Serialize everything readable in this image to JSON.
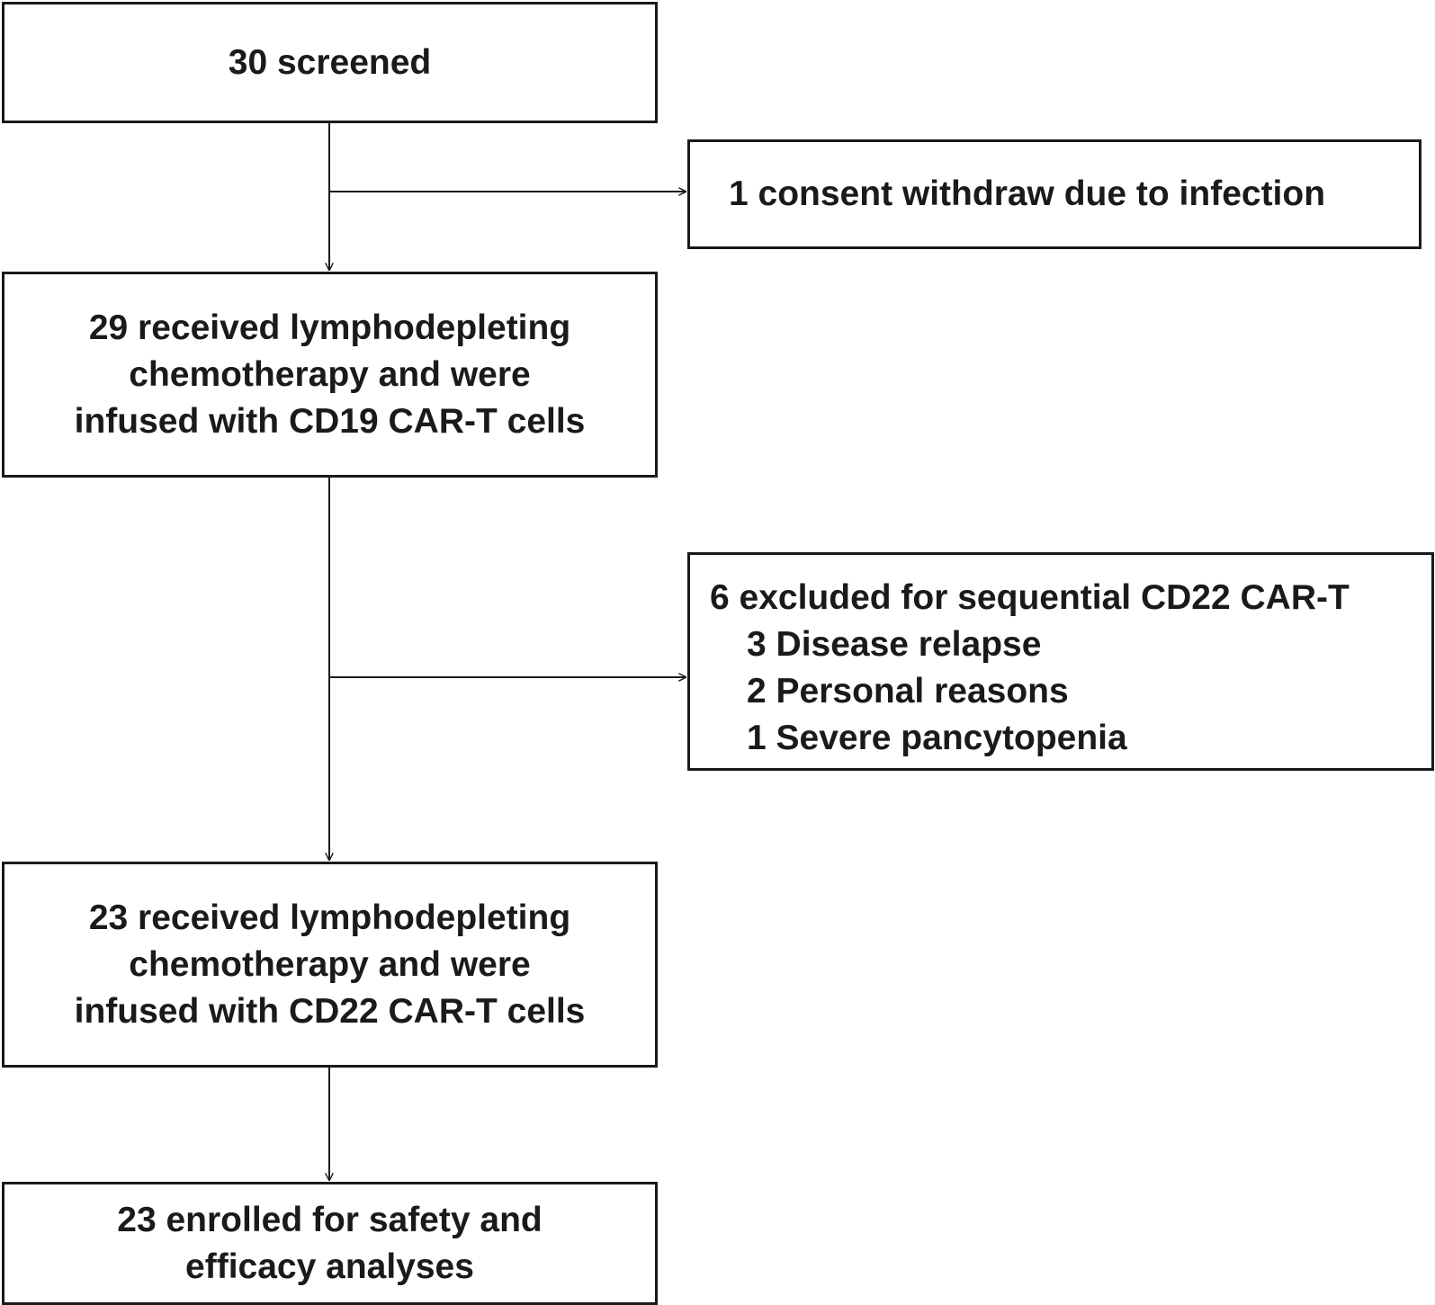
{
  "flow": {
    "screened": "30 screened",
    "withdraw": "1 consent withdraw due to infection",
    "cd19": {
      "line1": "29 received lymphodepleting",
      "line2": "chemotherapy and were",
      "line3": "infused with CD19 CAR-T cells"
    },
    "excluded": {
      "title": "6 excluded for sequential CD22 CAR-T",
      "reasons": [
        "3 Disease relapse",
        "2 Personal reasons",
        "1 Severe pancytopenia"
      ]
    },
    "cd22": {
      "line1": "23 received lymphodepleting",
      "line2": "chemotherapy and were",
      "line3": "infused with CD22 CAR-T cells"
    },
    "enrolled": {
      "line1": "23 enrolled for safety and",
      "line2": "efficacy analyses"
    }
  }
}
